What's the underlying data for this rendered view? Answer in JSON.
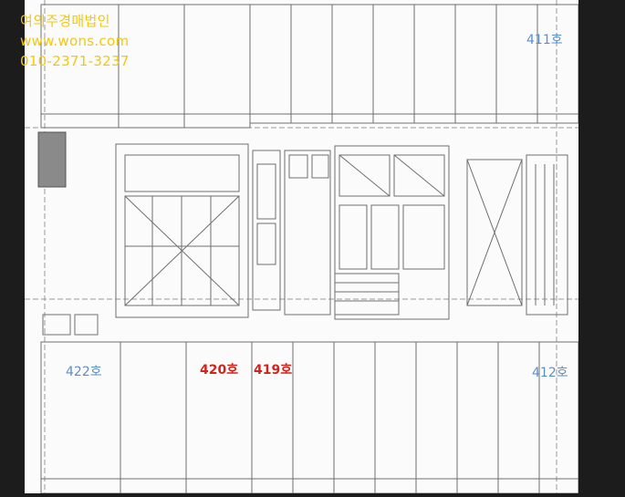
{
  "watermark": {
    "company": "여의주경매법인",
    "website": "www.wons.com",
    "phone": "010-2371-3237",
    "color": "#f2c811"
  },
  "unit_labels": {
    "u411": "411호",
    "u412": "412호",
    "u419": "419호",
    "u420": "420호",
    "u422": "422호"
  },
  "colors": {
    "normal_unit_label": "#5b8fc9",
    "highlight_unit_label": "#d0241d",
    "linework": "#6f6f6f"
  }
}
